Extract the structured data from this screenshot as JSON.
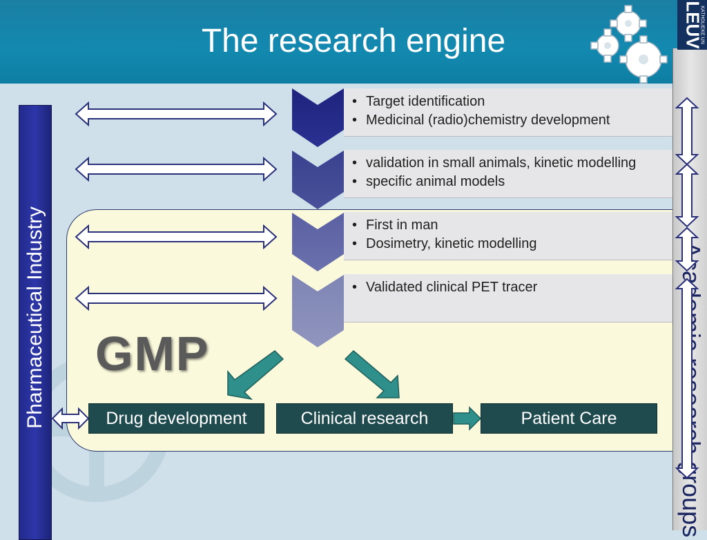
{
  "slide": {
    "title": "The research engine",
    "pharma_label": "Pharmaceutical Industry",
    "academic_label": "Academic research groups",
    "gmp_label": "GMP",
    "logo_text": "LEUV",
    "logo_small_text": "KATHOLIEKE UN"
  },
  "stages": [
    {
      "items": [
        "Target identification",
        "Medicinal (radio)chemistry development"
      ]
    },
    {
      "items": [
        "validation in small animals, kinetic modelling",
        "specific animal models"
      ]
    },
    {
      "items": [
        "First in man",
        "Dosimetry, kinetic modelling"
      ]
    },
    {
      "items": [
        "Validated clinical PET tracer"
      ]
    }
  ],
  "steps": [
    "Drug development",
    "Clinical research",
    "Patient Care"
  ],
  "colors": {
    "header": "#1389b0",
    "pharma_bar": "#2d36a8",
    "step_box": "#1f4a4e",
    "gmp_area": "#fbf9dc",
    "stage_box": "#e6e6e8",
    "chevron_top": "#1e237e",
    "chevron_bottom": "#8f95b8",
    "teal_arrow": "#2f8f8a"
  },
  "icons": [
    "gears-icon",
    "double-arrow-icon",
    "chevron-down-icon",
    "arrow-right-icon"
  ]
}
